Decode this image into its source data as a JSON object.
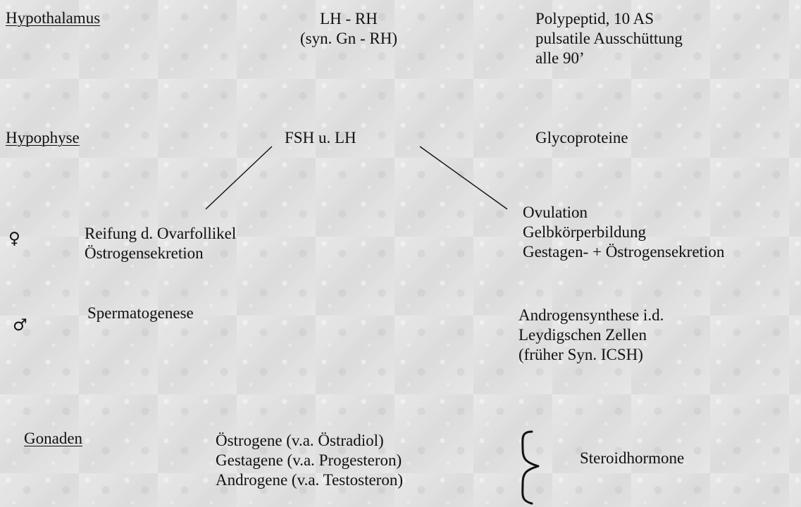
{
  "levels": {
    "hypothalamus": {
      "label": "Hypothalamus",
      "hormone_line_1": "LH - RH",
      "hormone_line_2": "(syn. Gn - RH)",
      "description_line_1": "Polypeptid, 10 AS",
      "description_line_2": "pulsatile Ausschüttung",
      "description_line_3": "alle 90’"
    },
    "hypophyse": {
      "label": "Hypophyse",
      "hormones": "FSH u. LH",
      "description": "Glycoproteine"
    },
    "gonaden": {
      "label": "Gonaden",
      "hormone_1": "Östrogene (v.a. Östradiol)",
      "hormone_2": "Gestagene (v.a. Progesteron)",
      "hormone_3": "Androgene (v.a. Testosteron)",
      "group_label": "Steroidhormone"
    }
  },
  "effects": {
    "female_symbol": "♀",
    "female_fsh_line_1": "Reifung d. Ovarfollikel",
    "female_fsh_line_2": "Östrogensekretion",
    "female_lh_line_1": "Ovulation",
    "female_lh_line_2": "Gelbkörperbildung",
    "female_lh_line_3": "Gestagen- + Östrogensekretion",
    "male_symbol": "♂",
    "male_fsh": "Spermatogenese",
    "male_lh_line_1": "Androgensynthese i.d.",
    "male_lh_line_2": "Leydigschen Zellen",
    "male_lh_line_3": "(früher Syn. ICSH)"
  },
  "icons": {
    "female_symbol_icon": "female-symbol-icon",
    "male_symbol_icon": "male-symbol-icon",
    "brace_icon": "right-curly-brace-icon"
  },
  "colors": {
    "text": "#111111",
    "background": "#e4e4e4"
  }
}
